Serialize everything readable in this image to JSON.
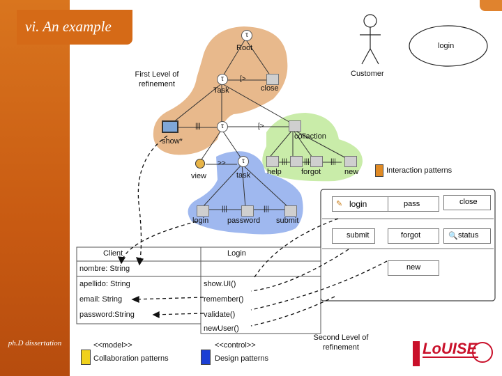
{
  "title": "vi. An example",
  "dissertation": "ph.D dissertation",
  "colors": {
    "orange": "#d56a17",
    "tan": "#e8b98c",
    "green": "#c9eca9",
    "blue": "#9fb8ef"
  },
  "actor": {
    "name": "Customer",
    "use_case": "login"
  },
  "task_tree": {
    "root": "Root",
    "task": "Task",
    "close": "close",
    "show": "show*",
    "collaction": "collaction",
    "view": "view",
    "task_lower": "task",
    "help": "help",
    "forgot": "forgot",
    "new": "new",
    "login": "login",
    "password": "password",
    "submit": "submit",
    "op_disable": "[>",
    "op_interleave": "|||",
    "op_enable": ">>",
    "tau": "τ"
  },
  "first_level": "First Level of refinement",
  "second_level": "Second Level of refinement",
  "interaction_patterns": "Interaction patterns",
  "ui_panel": {
    "items": [
      "login",
      "pass",
      "close",
      "submit",
      "forgot",
      "status",
      "new"
    ]
  },
  "class_diagram": {
    "client": {
      "name": "Client",
      "attributes": [
        "nombre: String",
        "apellido: String",
        "email: String",
        "password:String"
      ]
    },
    "login": {
      "name": "Login",
      "methods": [
        "show.UI()",
        "remember()",
        "validate()",
        "newUser()"
      ]
    }
  },
  "legend": {
    "model": "<<model>>",
    "collab": "Collaboration patterns",
    "control": "<<control>>",
    "design": "Design patterns"
  },
  "logo": "LoUISE"
}
